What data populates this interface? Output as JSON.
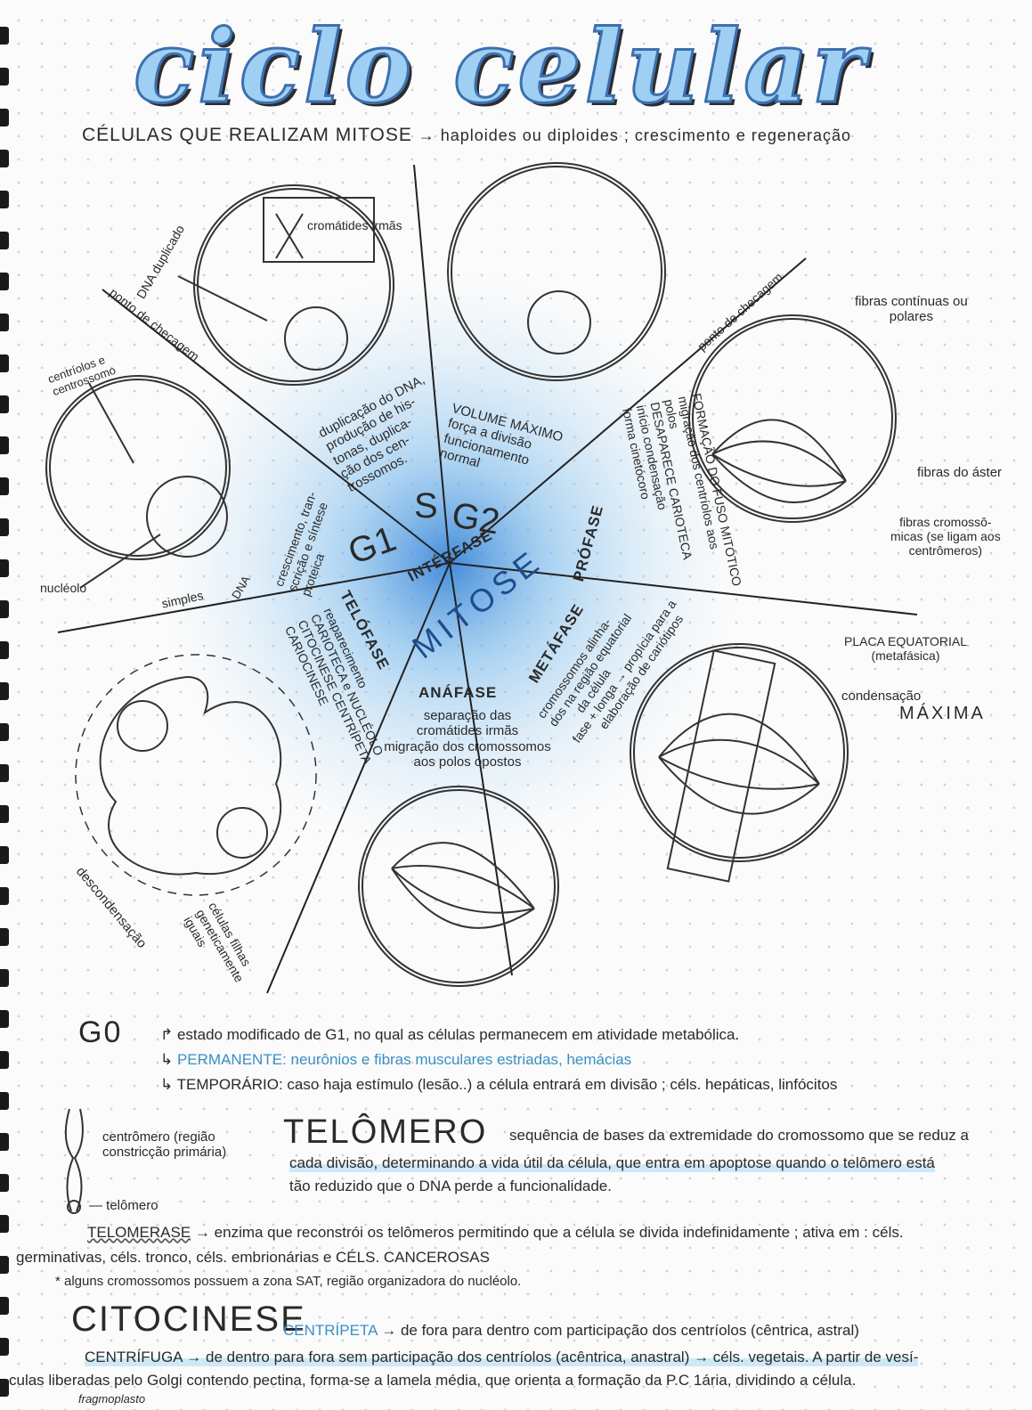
{
  "title": "ciclo celular",
  "subtitle": {
    "lead": "CÉLULAS QUE REALIZAM MITOSE",
    "rest": "→ haploides ou diploides ; crescimento e regeneração"
  },
  "wheel": {
    "center_labels": {
      "interfase": "INTÉRFASE",
      "mitose": "MITOSE"
    },
    "checkpoints": [
      "ponto de checagem",
      "ponto de checagem"
    ],
    "sectors": {
      "g1": {
        "label": "G1",
        "text": [
          "crescimento, tran-",
          "scrição e síntese",
          "proteica"
        ]
      },
      "s": {
        "label": "S",
        "text": [
          "duplicação do DNA,",
          "produção de his-",
          "tonas, duplica-",
          "ção dos cen-",
          "trossomos."
        ]
      },
      "g2": {
        "label": "G2",
        "text": [
          "VOLUME MÁXIMO",
          "força a divisão",
          "funcionamento",
          "normal"
        ]
      },
      "prophase": {
        "label": "PRÓFASE",
        "text": [
          "FORMAÇÃO DO FUSO MITÓTICO",
          "migração dos centríolos aos",
          "polos",
          "DESAPARECE CARIOTECA",
          "início condensação",
          "forma cinetócoro"
        ]
      },
      "metaphase": {
        "label": "METÁFASE",
        "text": [
          "cromossomos alinha-",
          "dos na região equatorial",
          "da célula",
          "fase + longa → propícia para a",
          "elaboração de cariótipos"
        ]
      },
      "anaphase": {
        "label": "ANÁFASE",
        "text": [
          "separação das",
          "cromátides irmãs",
          "migração dos cromossomos",
          "aos polos opostos"
        ]
      },
      "telophase": {
        "label": "TELÓFASE",
        "text": [
          "reaparecimento",
          "CARIOTECA e NUCLÉOLO",
          "CITOCINESE CENTRÍPETA",
          "CARIOCINESE"
        ]
      }
    },
    "annotations": {
      "dna_duplicado": "DNA duplicado",
      "cromatides_irmas": "cromátides irmãs",
      "centriolos": [
        "centríolos e",
        "centrossomo"
      ],
      "nucleolo": "nucléolo",
      "simples": "simples",
      "dna": "DNA",
      "fibras_continuas": [
        "fibras contínuas ou",
        "polares"
      ],
      "fibras_aster": "fibras do áster",
      "fibras_cromossomicas": [
        "fibras cromossô-",
        "micas (se ligam aos",
        "centrômeros)"
      ],
      "placa": [
        "PLACA EQUATORIAL",
        "(metafásica)"
      ],
      "condensacao": [
        "condensação",
        "MÁXIMA"
      ],
      "descondensacao": "descondensação",
      "celulas_filhas": [
        "células filhas",
        "geneticamente",
        "iguais"
      ]
    }
  },
  "g0": {
    "label": "G0",
    "line1": "estado modificado de G1, no qual as células permanecem em atividade metabólica.",
    "permanente_label": "PERMANENTE:",
    "permanente_text": "neurônios e fibras musculares estriadas, hemácias",
    "temporario_label": "TEMPORÁRIO:",
    "temporario_text": "caso haja estímulo (lesão..) a célula entrará em divisão ; céls. hepáticas, linfócitos"
  },
  "chromosome_diagram": {
    "centromero": [
      "centrômero (região",
      "constricção primária)"
    ],
    "telomero": "telômero"
  },
  "telomero": {
    "label": "TELÔMERO",
    "lines": [
      "sequência de bases da extremidade do cromossomo que se reduz a",
      "cada divisão, determinando a vida útil da célula, que entra em apoptose quando o telômero está",
      "tão reduzido que o DNA perde a funcionalidade."
    ]
  },
  "telomerase": {
    "label": "TELOMERASE",
    "line1": "→ enzima que reconstrói os telômeros permitindo que a célula se divida indefinidamente ; ativa em : céls.",
    "line2": "germinativas, céls. tronco, céls. embrionárias e CÉLS. CANCEROSAS",
    "note": "* alguns cromossomos possuem a zona SAT, região organizadora do nucléolo."
  },
  "citocinese": {
    "label": "CITOCINESE",
    "centripeta_label": "CENTRÍPETA",
    "centripeta_text": "→ de fora para dentro com participação dos centríolos (cêntrica, astral)",
    "centrifuga_label": "CENTRÍFUGA",
    "centrifuga_text": "→ de dentro para fora sem participação dos centríolos (acêntrica, anastral) → céls. vegetais. A partir de vesí-",
    "line3": "culas liberadas pelo Golgi contendo pectina, forma-se a lamela média, que orienta a formação da P.C 1ária, dividindo a célula.",
    "fragmoplasto": "fragmoplasto"
  },
  "colors": {
    "accent_blue": "#3a8fc4",
    "title_fill": "#9fd0f3",
    "ink": "#2a2a2a"
  }
}
